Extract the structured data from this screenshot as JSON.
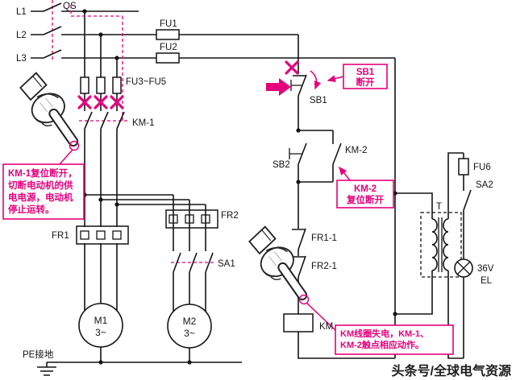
{
  "colors": {
    "accent": "#e5007d",
    "wire": "#141414",
    "background": "#ffffff"
  },
  "labels": {
    "l1": "L1",
    "l2": "L2",
    "l3": "L3",
    "qs": "QS",
    "fu1": "FU1",
    "fu2": "FU2",
    "fu345": "FU3~FU5",
    "km1": "KM-1",
    "fr1": "FR1",
    "fr2": "FR2",
    "sa1": "SA1",
    "m1": "M1",
    "m1_phase": "3~",
    "m2": "M2",
    "m2_phase": "3~",
    "pe_ground": "PE接地",
    "sb1": "SB1",
    "sb2": "SB2",
    "km2": "KM-2",
    "fr1_1": "FR1-1",
    "fr2_1": "FR2-1",
    "km_coil": "KM",
    "t": "T",
    "fu6": "FU6",
    "sa2": "SA2",
    "lamp_voltage": "36V",
    "lamp": "EL"
  },
  "callouts": {
    "km1_reset": {
      "lines": [
        "KM-1复位断开，",
        "切断电动机的供",
        "电电源，电动机",
        "停止运转。"
      ]
    },
    "sb1_open": {
      "lines": [
        "SB1",
        "断开"
      ]
    },
    "km2_reset": {
      "lines": [
        "KM-2",
        "复位断开"
      ]
    },
    "km_deenergized": {
      "lines": [
        "KM线圈失电，KM-1、",
        "KM-2触点相应动作。"
      ]
    }
  },
  "watermark": "头条号/全球电气资源"
}
